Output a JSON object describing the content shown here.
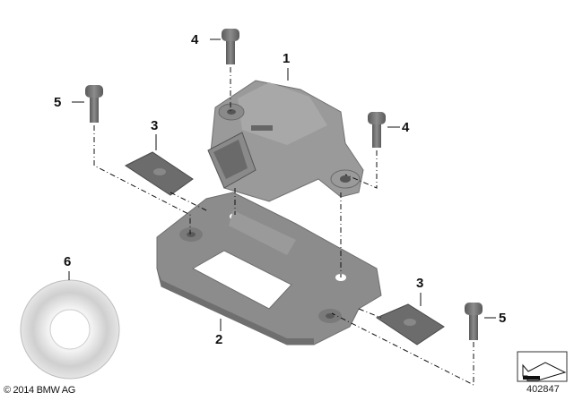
{
  "diagram": {
    "type": "exploded-parts-view",
    "callouts": [
      {
        "id": "1",
        "label": "1",
        "part": "sensor-module"
      },
      {
        "id": "2",
        "label": "2",
        "part": "mounting-bracket"
      },
      {
        "id": "3a",
        "label": "3",
        "part": "clip-nut-left"
      },
      {
        "id": "3b",
        "label": "3",
        "part": "clip-nut-right"
      },
      {
        "id": "4a",
        "label": "4",
        "part": "bolt-top"
      },
      {
        "id": "4b",
        "label": "4",
        "part": "bolt-right"
      },
      {
        "id": "5a",
        "label": "5",
        "part": "bolt-left"
      },
      {
        "id": "5b",
        "label": "5",
        "part": "bolt-bottom-right"
      },
      {
        "id": "6",
        "label": "6",
        "part": "disc"
      }
    ],
    "copyright": "© 2014 BMW AG",
    "reference_number": "402847",
    "colors": {
      "part_gray": "#8a8a8a",
      "part_dark": "#6a6a6a",
      "part_light": "#b0b0b0",
      "disc": "#d8d8d8",
      "line": "#111111"
    }
  }
}
